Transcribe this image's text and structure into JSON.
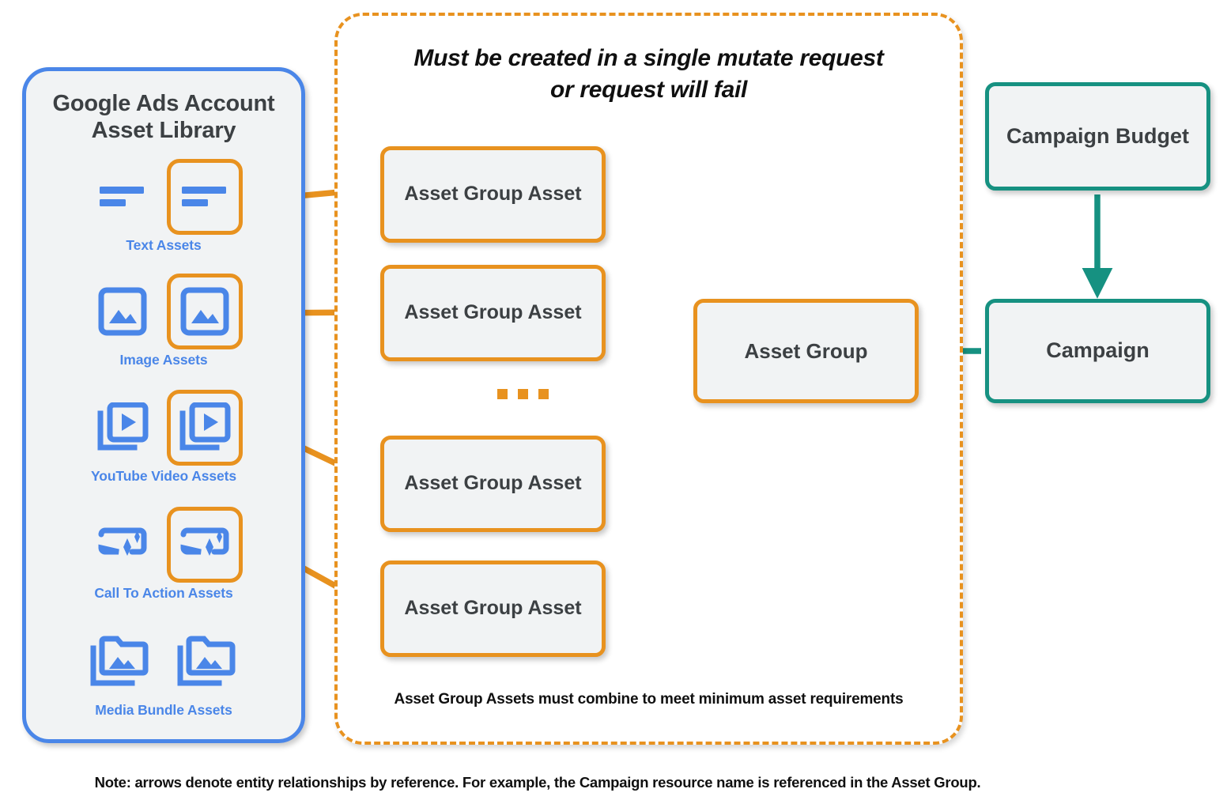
{
  "sidebar": {
    "title": "Google Ads Account\nAsset Library",
    "title_line1": "Google Ads Account",
    "title_line2": "Asset Library",
    "border_color": "#4a86e8",
    "bg_color": "#f1f3f4",
    "assets": [
      {
        "label": "Text Assets",
        "icon": "text-asset-icon",
        "highlighted": true,
        "count": 2
      },
      {
        "label": "Image Assets",
        "icon": "image-asset-icon",
        "highlighted": true,
        "count": 2
      },
      {
        "label": "YouTube Video  Assets",
        "icon": "video-asset-icon",
        "highlighted": true,
        "count": 2
      },
      {
        "label": "Call To Action Assets",
        "icon": "call-to-action-icon",
        "highlighted": true,
        "count": 2
      },
      {
        "label": "Media Bundle  Assets",
        "icon": "media-bundle-icon",
        "highlighted": false,
        "count": 2
      }
    ]
  },
  "dashed_container": {
    "heading_line1": "Must be created in a single mutate request",
    "heading_line2": "or request will fail",
    "footer": "Asset Group Assets must combine to meet minimum asset requirements",
    "border_color": "#e8921f",
    "ellipsis": "..."
  },
  "nodes": {
    "asset_group_assets": [
      {
        "label": "Asset Group Asset"
      },
      {
        "label": "Asset Group Asset"
      },
      {
        "label": "Asset Group Asset"
      },
      {
        "label": "Asset Group Asset"
      }
    ],
    "asset_group": {
      "label": "Asset Group",
      "accent": "#e8921f"
    },
    "campaign_budget": {
      "label": "Campaign Budget",
      "accent": "#169181"
    },
    "campaign": {
      "label": "Campaign",
      "accent": "#169181"
    }
  },
  "footer_note": "Note: arrows denote entity relationships by reference. For example, the Campaign resource name is referenced in the Asset Group.",
  "colors": {
    "orange": "#e8921f",
    "blue": "#4a86e8",
    "teal": "#169181",
    "node_fill": "#f1f3f4",
    "text_dark": "#3c4043"
  }
}
